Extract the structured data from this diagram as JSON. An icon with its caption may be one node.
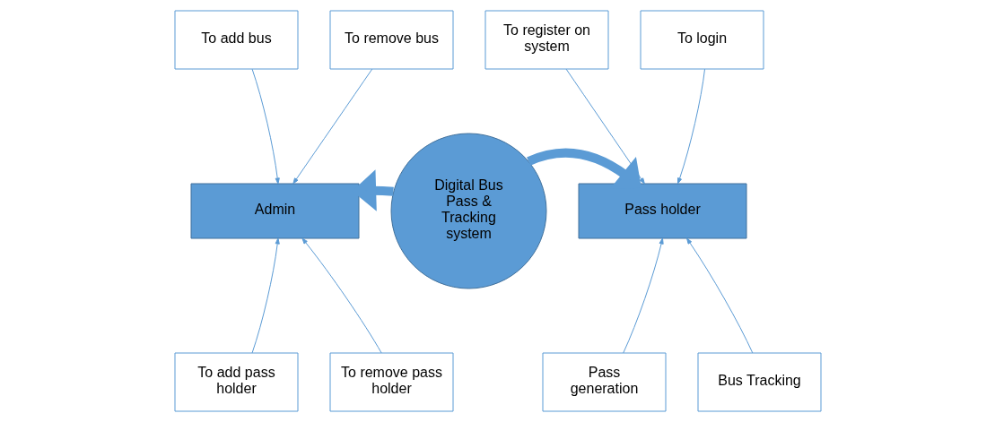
{
  "diagram": {
    "nodes": [
      {
        "text": [
          "To add bus"
        ]
      },
      {
        "text": [
          "To remove bus"
        ]
      },
      {
        "text": [
          "To register on system"
        ]
      },
      {
        "text": [
          "To login"
        ]
      },
      {
        "text": [
          "Admin"
        ]
      },
      {
        "text": [
          "Digital Bus Pass & Tracking system"
        ]
      },
      {
        "text": [
          "Pass holder"
        ]
      },
      {
        "text": [
          "To add pass holder"
        ]
      },
      {
        "text": [
          "To remove pass holder"
        ]
      },
      {
        "text": [
          "Pass generation"
        ]
      },
      {
        "text": [
          "Bus Tracking"
        ]
      }
    ],
    "edges": [
      {
        "from": 0,
        "to": 4,
        "arrow": "to"
      },
      {
        "from": 1,
        "to": 4,
        "arrow": "to"
      },
      {
        "from": 2,
        "to": 6,
        "arrow": "to"
      },
      {
        "from": 3,
        "to": 6,
        "arrow": "to"
      },
      {
        "from": 5,
        "to": 4,
        "arrow": "to",
        "style": "thick",
        "color": "#5b9bd5"
      },
      {
        "from": 5,
        "to": 6,
        "arrow": "to",
        "style": "thick",
        "color": "#5b9bd5"
      },
      {
        "from": 7,
        "to": 4,
        "arrow": "to"
      },
      {
        "from": 8,
        "to": 4,
        "arrow": "to"
      },
      {
        "from": 9,
        "to": 6,
        "arrow": "to"
      },
      {
        "from": 10,
        "to": 6,
        "arrow": "to"
      }
    ]
  }
}
